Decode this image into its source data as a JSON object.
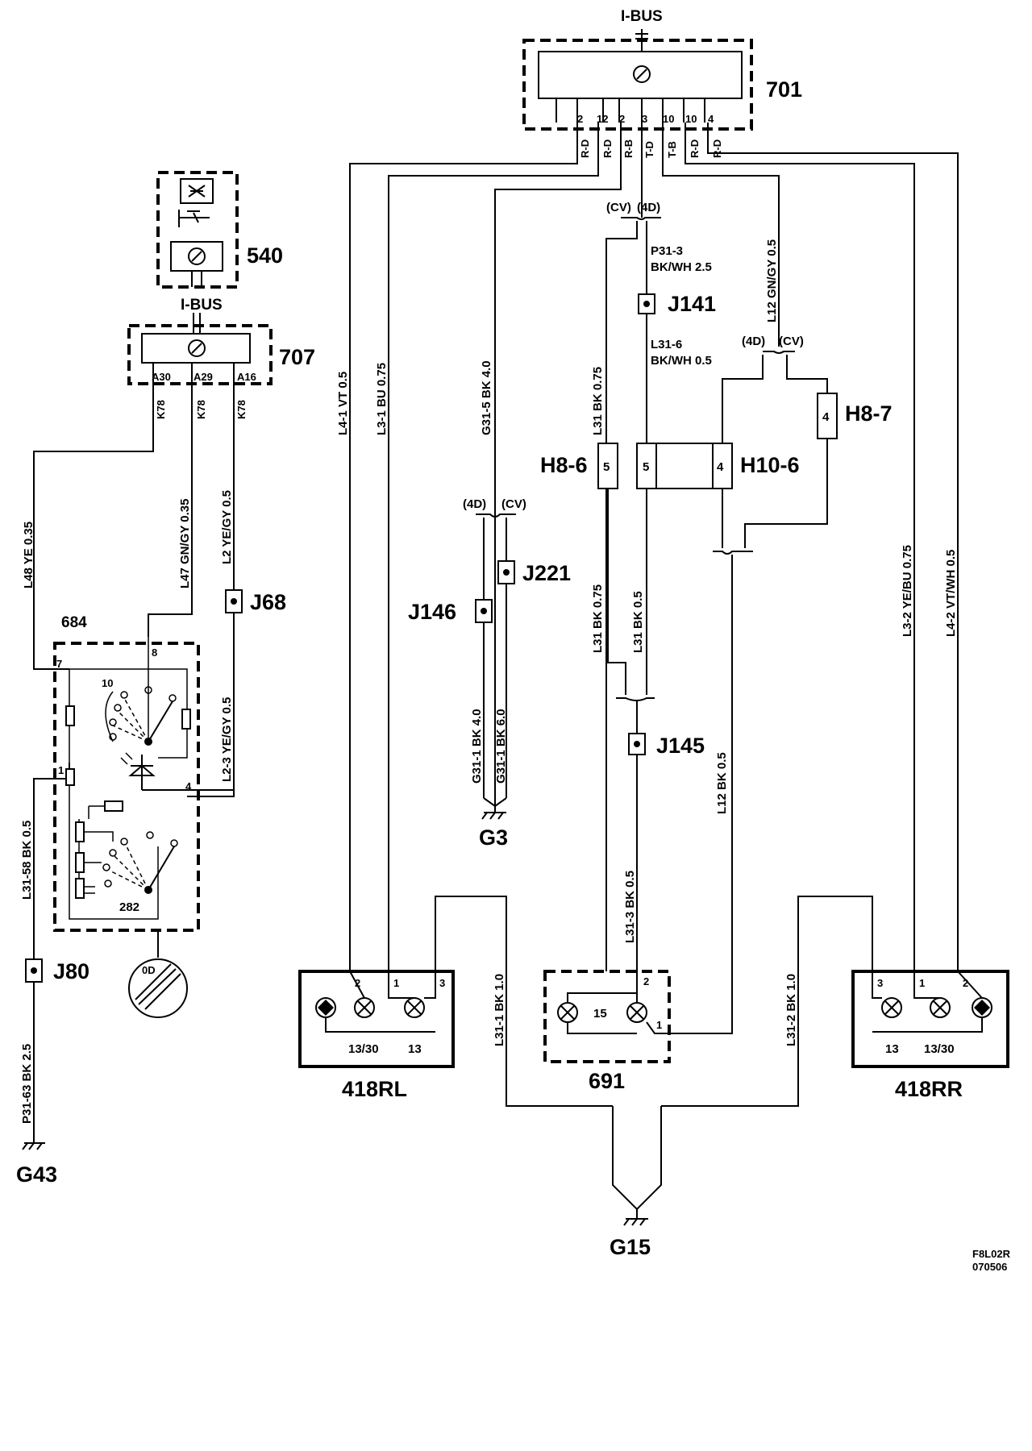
{
  "components": {
    "c701": "701",
    "c540": "540",
    "c707": "707",
    "c684": "684",
    "c418rl": "418RL",
    "c418rr": "418RR",
    "c691": "691",
    "c282": "282",
    "c15": "15"
  },
  "ibus": {
    "top": "I-BUS",
    "left": "I-BUS"
  },
  "pins701": [
    "2",
    "12",
    "2",
    "3",
    "10",
    "10",
    "4"
  ],
  "codes701": [
    "R-D",
    "R-D",
    "R-B",
    "T-D",
    "T-B",
    "R-D",
    "R-D"
  ],
  "pins707": [
    "A30",
    "A29",
    "A16"
  ],
  "k78": "K78",
  "variants": {
    "cv": "(CV)",
    "d4": "(4D)"
  },
  "connectors": {
    "j141": "J141",
    "j221": "J221",
    "j146": "J146",
    "j68": "J68",
    "j145": "J145",
    "j80": "J80",
    "h86": "H8-6",
    "h87": "H8-7",
    "h106": "H10-6",
    "h86pin": "5",
    "h106pinA": "5",
    "h106pinB": "4",
    "h87pin": "4"
  },
  "grounds": {
    "g3": "G3",
    "g43": "G43",
    "g15": "G15"
  },
  "wires": {
    "l41": "L4-1   VT  0.5",
    "l31": "L3-1   BU  0.75",
    "g315": "G31-5   BK  4.0",
    "l12top": "L12  GN/GY  0.5",
    "p313a": "P31-3",
    "p313b": "BK/WH   2.5",
    "l316a": "L31-6",
    "l316b": "BK/WH   0.5",
    "l31h": "L31   BK  0.75",
    "l32": "L3-2   YE/BU  0.75",
    "l42": "L4-2   VT/WH  0.5",
    "l48": "L48   YE   0.35",
    "l47": "L47   GN/GY  0.35",
    "l2": "L2   YE/GY  0.5",
    "l23": "L2-3   YE/GY  0.5",
    "l31a": "L31  BK   0.75",
    "l31b": "L31  BK   0.5",
    "g311a": "G31-1   BK  4.0",
    "g311b": "G31-1   BK  6.0",
    "l12bot": "L12   BK   0.5",
    "l313": "L31-3   BK   0.5",
    "l311": "L31-1   BK   1.0",
    "l312": "L31-2   BK   1.0",
    "l3158": "L31-58   BK  0.5",
    "p3163": "P31-63   BK   2.5"
  },
  "pins684": {
    "p7": "7",
    "p8": "8",
    "p10": "10",
    "p1": "1",
    "p4": "4"
  },
  "lampPins": {
    "p1": "1",
    "p2": "2",
    "p3": "3"
  },
  "lampLabels": {
    "t1330": "13/30",
    "t13": "13"
  },
  "footer": {
    "code": "F8L02R",
    "date": "070506"
  }
}
